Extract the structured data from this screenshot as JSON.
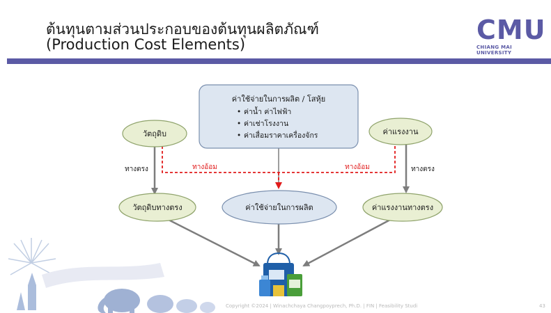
{
  "slide": {
    "title_line1": "ต้นทุนตามส่วนประกอบของต้นทุนผลิตภัณฑ์",
    "title_line2": "(Production Cost Elements)",
    "logo_text": "CMU",
    "logo_subtext": "CHIANG MAI UNIVERSITY",
    "footer": "Copyright ©2024 | Winachchaya Changpoyprech, Ph.D. | FIN | Feasibility Studi",
    "page_number": "43"
  },
  "diagram": {
    "overhead_box": {
      "title": "ค่าใช้จ่ายในการผลิต / โสหุ้ย",
      "items": [
        "ค่าน้ำ ค่าไฟฟ้า",
        "ค่าเช่าโรงงาน",
        "ค่าเสื่อมราคาเครื่องจักร"
      ]
    },
    "raw_material": "วัตถุดิบ",
    "labor": "ค่าแรงงาน",
    "direct_material": "วัตถุดิบทางตรง",
    "manufacturing_overhead": "ค่าใช้จ่ายในการผลิต",
    "direct_labor": "ค่าแรงงานทางตรง",
    "direct_label_left": "ทางตรง",
    "direct_label_right": "ทางตรง",
    "indirect_label_left": "ทางอ้อม",
    "indirect_label_right": "ทางอ้อม"
  },
  "colors": {
    "header_bar": "#5b5aa5",
    "node_fill_green": "#e9efd3",
    "node_stroke_green": "#8fa36b",
    "node_fill_blue": "#dde6f1",
    "node_stroke_blue": "#7a8fae",
    "arrow_gray": "#7d7d7d",
    "indirect_red": "#e11b1b"
  },
  "icons": [
    "shopping-bag-products-icon",
    "elephant-decoration",
    "fireworks-decoration",
    "temple-decoration"
  ]
}
